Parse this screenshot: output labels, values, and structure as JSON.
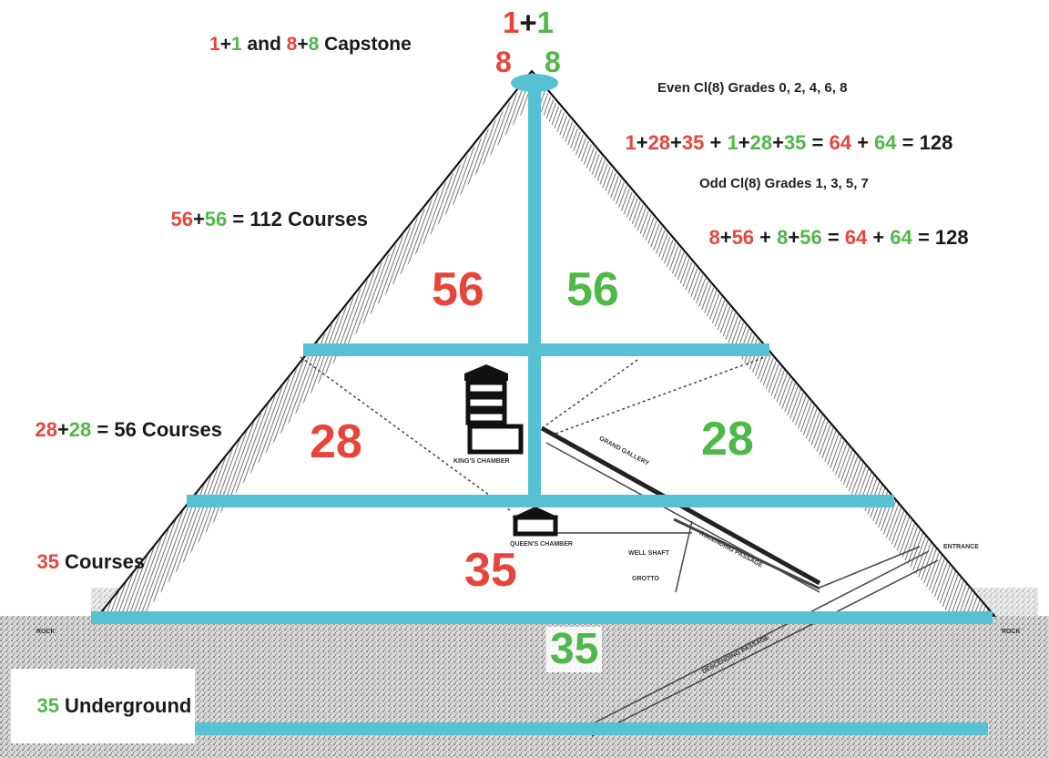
{
  "colors": {
    "red": "#e8453a",
    "green": "#4fb848",
    "cyan": "#55c1d2",
    "ink": "#1a1a1a"
  },
  "apex": {
    "top_a": "1",
    "top_plus": "+",
    "top_b": "1",
    "low_a": "8",
    "low_b": "8"
  },
  "capstone": {
    "a": "1",
    "plus1": "+",
    "b": "1",
    "and": " and ",
    "c": "8",
    "plus2": "+",
    "d": "8",
    "tail": " Capstone"
  },
  "even": {
    "title": "Even Cl(8) Grades 0, 2, 4, 6, 8",
    "t1": "1",
    "p1": "+",
    "t2": "28",
    "p2": "+",
    "t3": "35",
    "p3": " + ",
    "t4": "1",
    "p4": "+",
    "t5": "28",
    "p5": "+",
    "t6": "35",
    "eq1": " = ",
    "t7": "64",
    "p6": " + ",
    "t8": "64",
    "eq2": " = ",
    "total": "128"
  },
  "odd": {
    "title": "Odd Cl(8) Grades 1, 3, 5, 7",
    "t1": "8",
    "p1": "+",
    "t2": "56",
    "p2": " + ",
    "t3": "8",
    "p3": "+",
    "t4": "56",
    "eq1": " = ",
    "t5": "64",
    "p4": " + ",
    "t6": "64",
    "eq2": " = ",
    "total": "128"
  },
  "courses112": {
    "a": "56",
    "plus": "+",
    "b": "56",
    "tail": " = 112 Courses"
  },
  "courses56": {
    "a": "28",
    "plus": "+",
    "b": "28",
    "tail": " = 56 Courses"
  },
  "courses35": {
    "a": "35",
    "tail": " Courses"
  },
  "underground": {
    "a": "35",
    "tail": " Underground"
  },
  "sections": {
    "top_left": "56",
    "top_right": "56",
    "mid_left": "28",
    "mid_right": "28",
    "low": "35",
    "under": "35"
  },
  "chambers": {
    "kings": "KING'S CHAMBER",
    "queens": "QUEEN'S CHAMBER",
    "gallery": "GRAND GALLERY",
    "ascending": "ASCENDING PASSAGE",
    "entrance": "ENTRANCE",
    "descending": "DESCENDING PASSAGE",
    "well": "WELL SHAFT",
    "grotto": "GROTTO",
    "rock_left": "ROCK",
    "rock_right": "ROCK"
  }
}
